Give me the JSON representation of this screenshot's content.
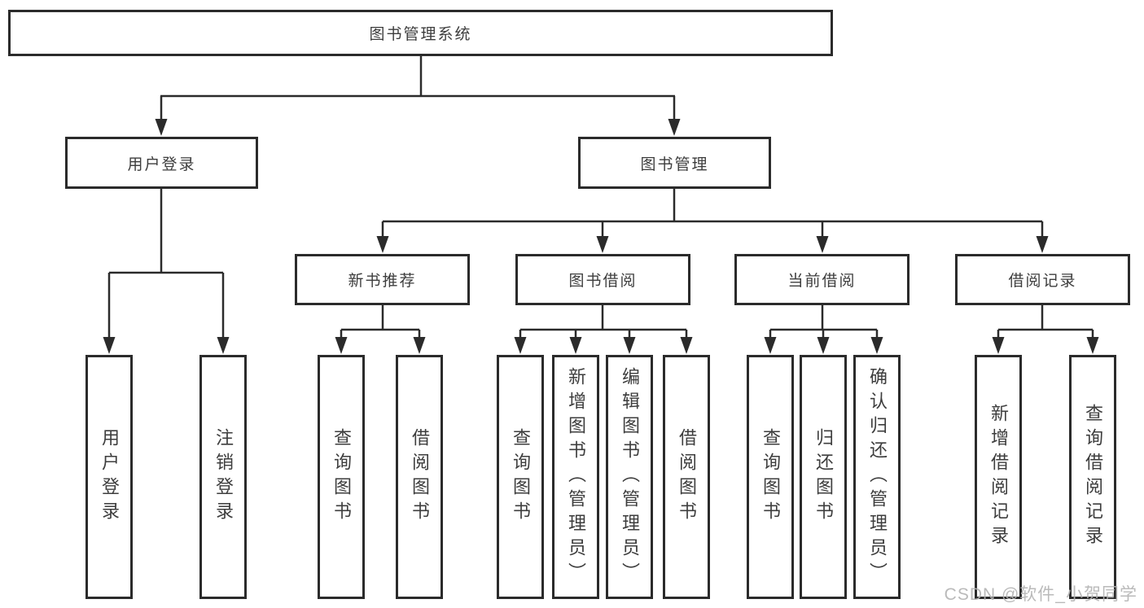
{
  "watermark": "CSDN @软件_小贺同学",
  "colors": {
    "line": "#2b2b2b",
    "text": "#3d3d3d",
    "watermark": "#b3b3b3"
  },
  "tree": {
    "root": "图书管理系统",
    "level2": [
      {
        "label": "用户登录",
        "children_labels": [
          "用户登录",
          "注销登录"
        ]
      },
      {
        "label": "图书管理"
      }
    ],
    "level3": [
      {
        "label": "新书推荐",
        "children_labels": [
          "查询图书",
          "借阅图书"
        ]
      },
      {
        "label": "图书借阅",
        "children_labels": [
          "查询图书",
          "新增图书（管理员）",
          "编辑图书（管理员）",
          "借阅图书"
        ]
      },
      {
        "label": "当前借阅",
        "children_labels": [
          "查询图书",
          "归还图书",
          "确认归还（管理员）"
        ]
      },
      {
        "label": "借阅记录",
        "children_labels": [
          "新增借阅记录",
          "查询借阅记录"
        ]
      }
    ]
  }
}
